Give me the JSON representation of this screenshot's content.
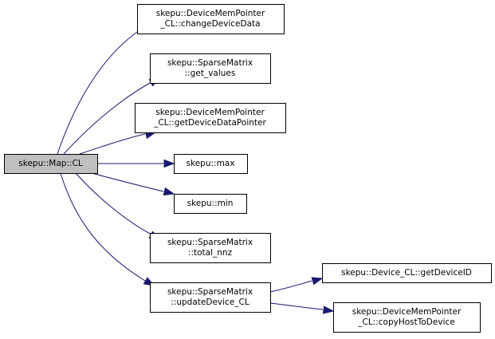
{
  "nodes": [
    {
      "id": "map_cl",
      "lines": [
        "skepu::Map::CL"
      ],
      "root": true
    },
    {
      "id": "change_device_data",
      "lines": [
        "skepu::DeviceMemPointer",
        "_CL::changeDeviceData"
      ]
    },
    {
      "id": "get_values",
      "lines": [
        "skepu::SparseMatrix",
        "::get_values"
      ]
    },
    {
      "id": "get_device_data_pointer",
      "lines": [
        "skepu::DeviceMemPointer",
        "_CL::getDeviceDataPointer"
      ]
    },
    {
      "id": "max",
      "lines": [
        "skepu::max"
      ]
    },
    {
      "id": "min",
      "lines": [
        "skepu::min"
      ]
    },
    {
      "id": "total_nnz",
      "lines": [
        "skepu::SparseMatrix",
        "::total_nnz"
      ]
    },
    {
      "id": "update_device_cl",
      "lines": [
        "skepu::SparseMatrix",
        "::updateDevice_CL"
      ]
    },
    {
      "id": "get_device_id",
      "lines": [
        "skepu::Device_CL::getDeviceID"
      ]
    },
    {
      "id": "copy_host_to_device",
      "lines": [
        "skepu::DeviceMemPointer",
        "_CL::copyHostToDevice"
      ]
    }
  ],
  "edges": [
    {
      "from": "map_cl",
      "to": "change_device_data"
    },
    {
      "from": "map_cl",
      "to": "get_values"
    },
    {
      "from": "map_cl",
      "to": "get_device_data_pointer"
    },
    {
      "from": "map_cl",
      "to": "max"
    },
    {
      "from": "map_cl",
      "to": "min"
    },
    {
      "from": "map_cl",
      "to": "total_nnz"
    },
    {
      "from": "map_cl",
      "to": "update_device_cl"
    },
    {
      "from": "update_device_cl",
      "to": "get_device_id"
    },
    {
      "from": "update_device_cl",
      "to": "copy_host_to_device"
    }
  ],
  "colors": {
    "edge": "#191970",
    "root_fill": "#bfbfbf",
    "node_fill": "#ffffff",
    "node_stroke": "#000000"
  }
}
